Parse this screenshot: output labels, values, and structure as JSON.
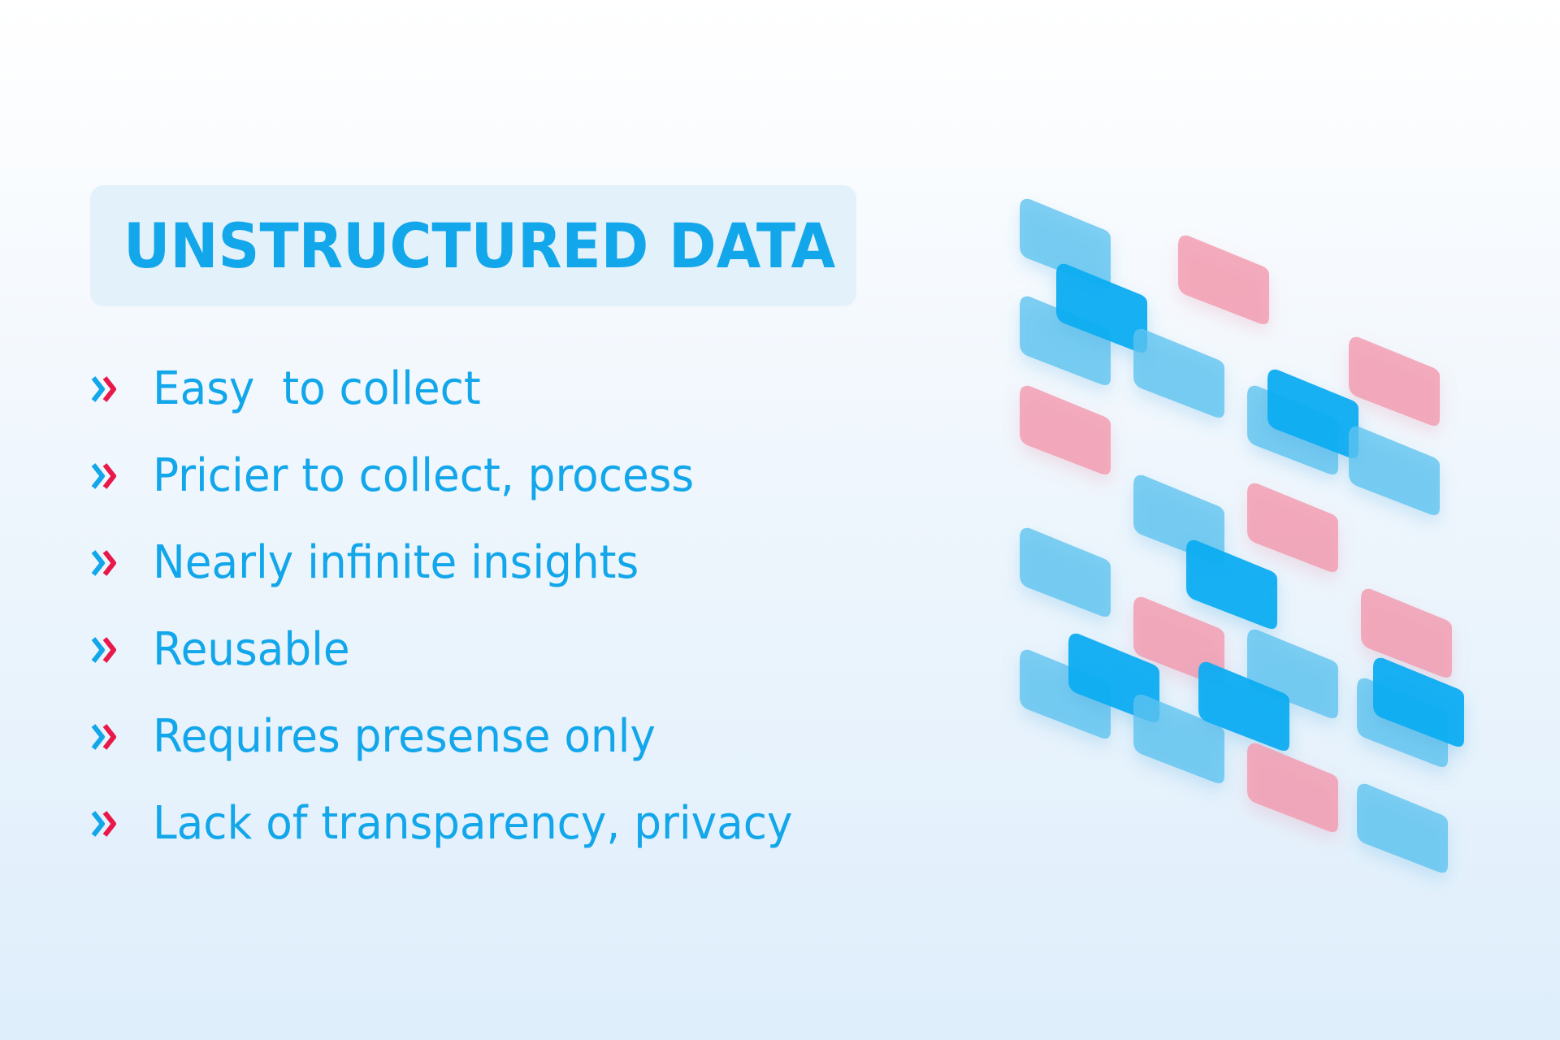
{
  "title": "UNSTRUCTURED DATA",
  "bullets": [
    "Easy  to collect",
    "Pricier to collect, process",
    "Nearly infinite insights",
    "Reusable",
    "Requires presense only",
    "Lack of transparency, privacy"
  ],
  "icons": {
    "bullet": "double-chevron-right-icon"
  },
  "colors": {
    "text": "#12a6ea",
    "chevron_red": "#e8194a",
    "chevron_blue": "#12a6ea",
    "tile_blue": "#5cc3f0",
    "tile_blue_strong": "#0fadf2",
    "tile_pink": "#f39bb0"
  }
}
